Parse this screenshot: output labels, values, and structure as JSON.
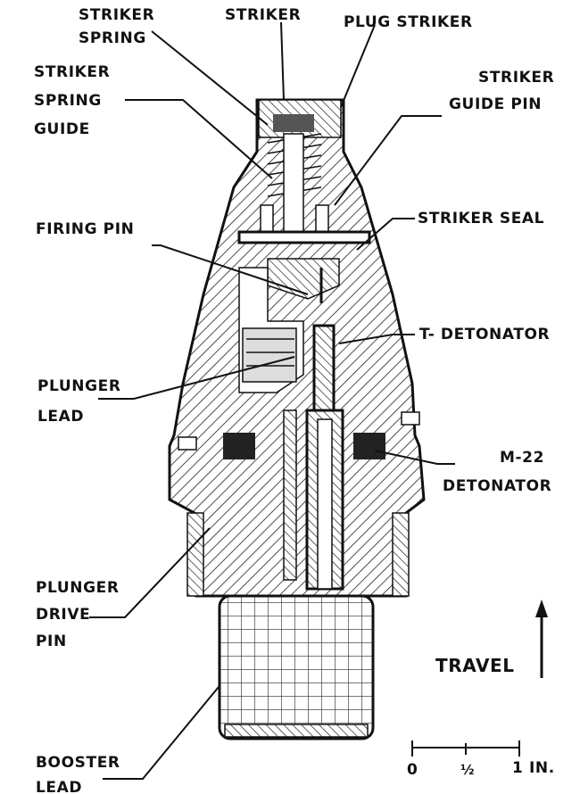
{
  "labels": {
    "striker_spring": [
      "STRIKER",
      "SPRING"
    ],
    "striker": "STRIKER",
    "plug_striker": "PLUG STRIKER",
    "striker_spring_guide": [
      "STRIKER",
      "SPRING",
      "GUIDE"
    ],
    "striker_guide_pin": [
      "STRIKER",
      "GUIDE PIN"
    ],
    "striker_seal": "STRIKER SEAL",
    "firing_pin": "FIRING PIN",
    "t_detonator": "T- DETONATOR",
    "plunger_lead": [
      "PLUNGER",
      "LEAD"
    ],
    "m22_detonator": [
      "M-22",
      "DETONATOR"
    ],
    "plunger_drive_pin": [
      "PLUNGER",
      "DRIVE",
      "PIN"
    ],
    "booster_lead": [
      "BOOSTER",
      "LEAD"
    ],
    "travel": "TRAVEL"
  },
  "scale": {
    "tick_labels": [
      "0",
      "½",
      "1 IN."
    ]
  }
}
